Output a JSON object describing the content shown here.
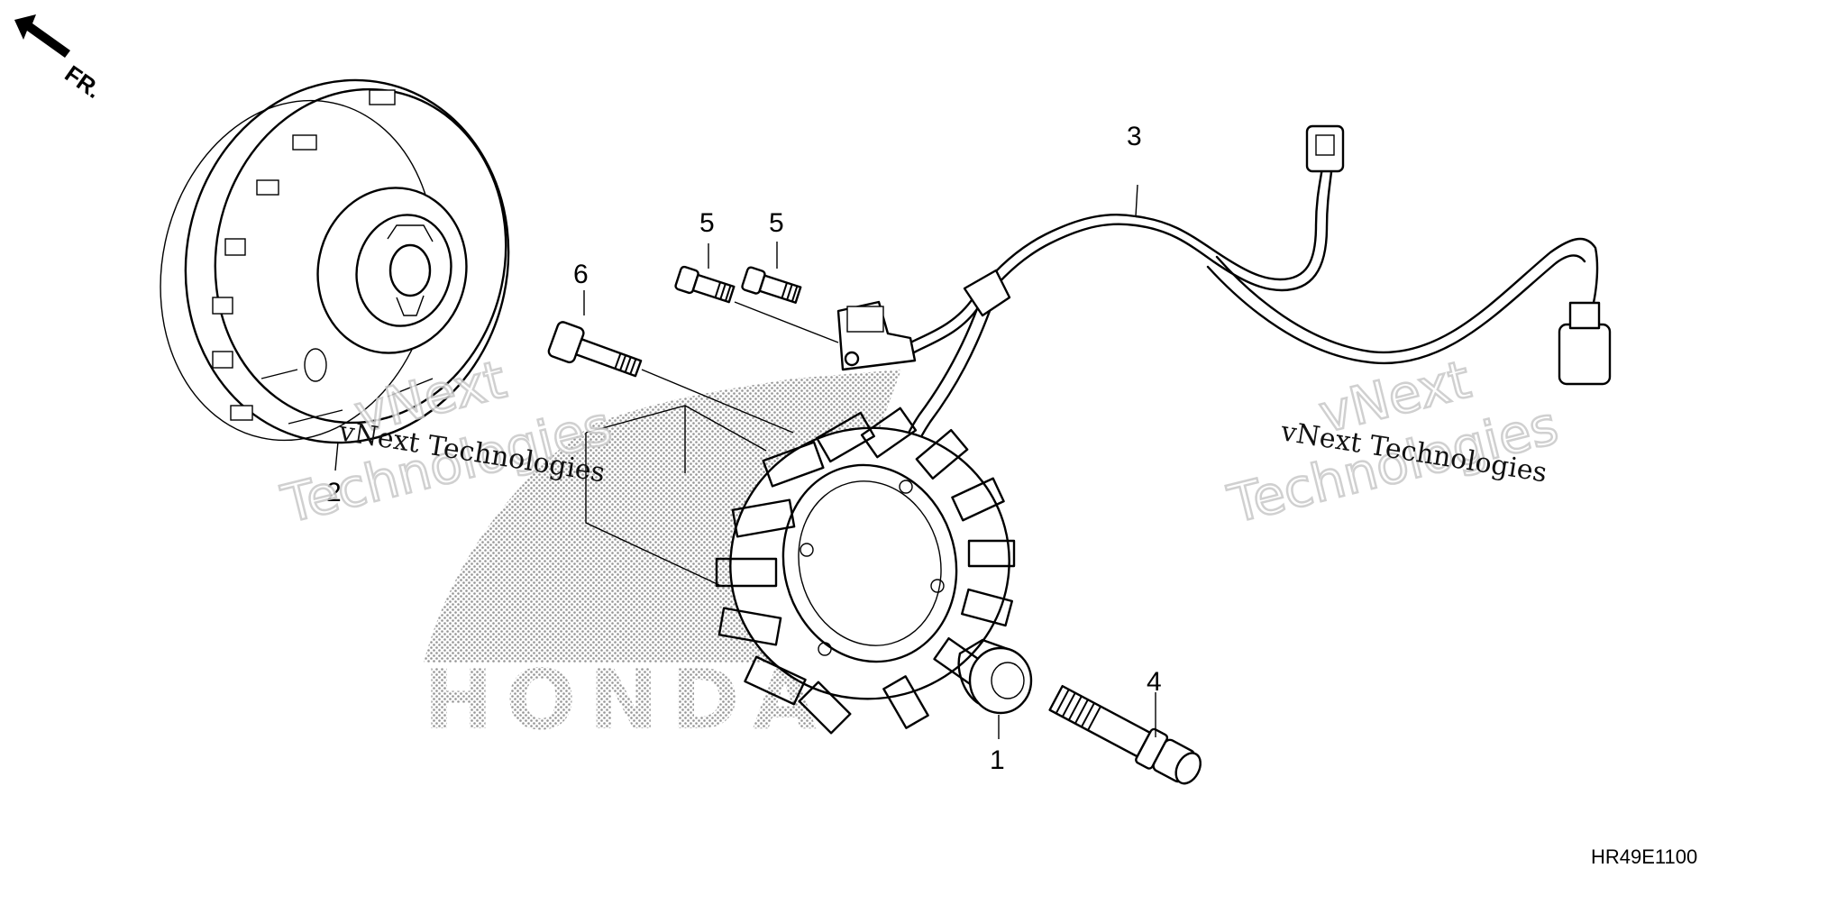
{
  "direction_label": "FR.",
  "callouts": [
    {
      "id": "c1",
      "label": "1"
    },
    {
      "id": "c2",
      "label": "2"
    },
    {
      "id": "c3",
      "label": "3"
    },
    {
      "id": "c4",
      "label": "4"
    },
    {
      "id": "c5a",
      "label": "5"
    },
    {
      "id": "c5b",
      "label": "5"
    },
    {
      "id": "c6",
      "label": "6"
    }
  ],
  "watermarks": {
    "company_small": "vNext Technologies",
    "company_big_line1": "vNext",
    "company_big_line2": "Technologies"
  },
  "background_logo_text": "HONDA",
  "diagram_code": "HR49E1100"
}
